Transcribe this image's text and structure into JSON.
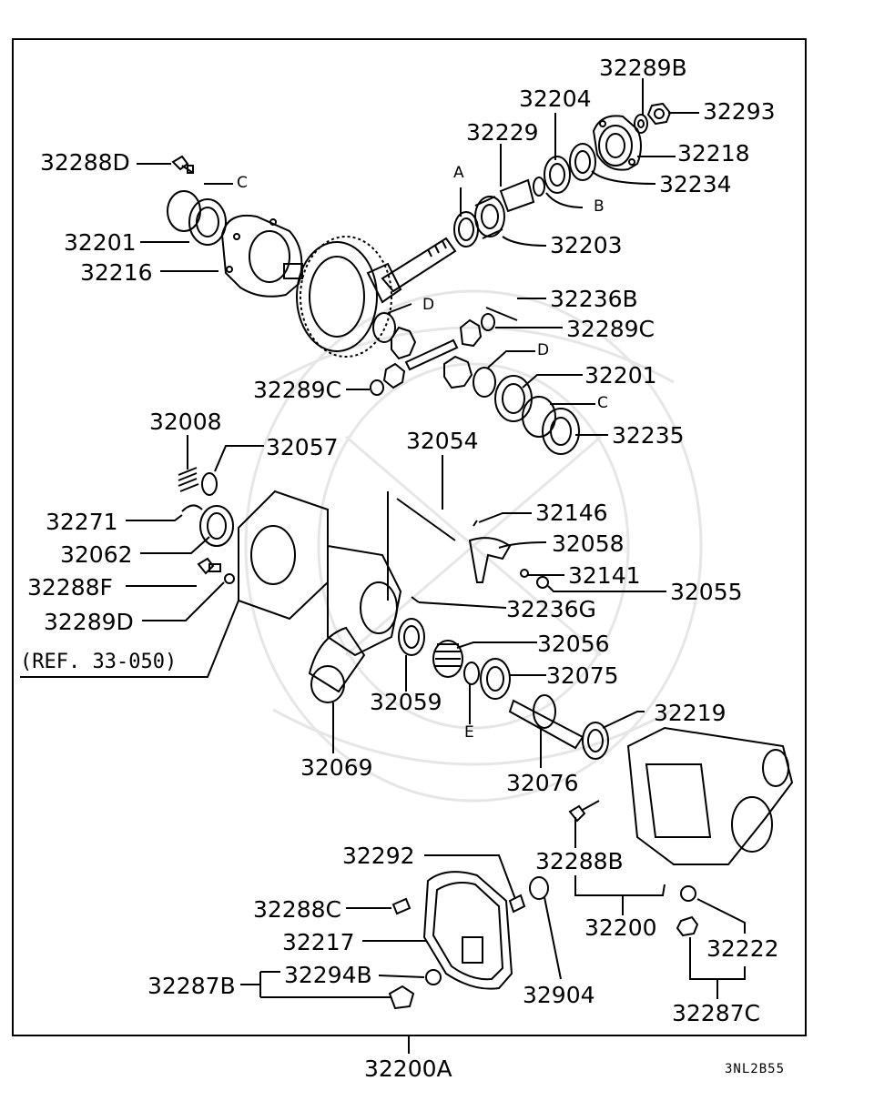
{
  "diagram": {
    "assembly_number": "32200A",
    "drawing_code": "3NL2B55",
    "reference": "(REF. 33-050)",
    "part_labels": {
      "p32289B": "32289B",
      "p32204": "32204",
      "p32293": "32293",
      "p32229": "32229",
      "p32218": "32218",
      "p32288D": "32288D",
      "p32234": "32234",
      "p32201a": "32201",
      "p32203": "32203",
      "p32216": "32216",
      "p32236B": "32236B",
      "p32289Ca": "32289C",
      "p32201b": "32201",
      "p32289Cb": "32289C",
      "p32235": "32235",
      "p32008": "32008",
      "p32057": "32057",
      "p32054": "32054",
      "p32146": "32146",
      "p32271": "32271",
      "p32058": "32058",
      "p32062": "32062",
      "p32141": "32141",
      "p32288F": "32288F",
      "p32055": "32055",
      "p32236G": "32236G",
      "p32289D": "32289D",
      "p32056": "32056",
      "p32075": "32075",
      "p32059": "32059",
      "p32219": "32219",
      "p32069": "32069",
      "p32076": "32076",
      "p32292": "32292",
      "p32288B": "32288B",
      "p32288C": "32288C",
      "p32200": "32200",
      "p32217": "32217",
      "p32222": "32222",
      "p32287B": "32287B",
      "p32294B": "32294B",
      "p32904": "32904",
      "p32287C": "32287C"
    },
    "callout_letters": {
      "A": "A",
      "B": "B",
      "C1": "C",
      "C2": "C",
      "D1": "D",
      "D2": "D",
      "E": "E"
    }
  }
}
